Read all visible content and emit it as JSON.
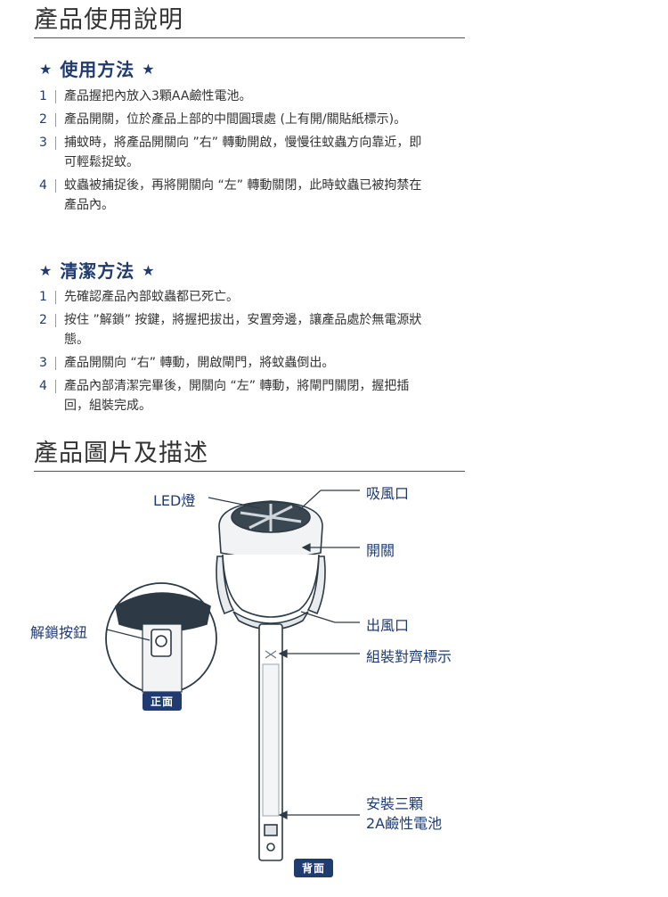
{
  "usage_section": {
    "title": "產品使用說明",
    "heading": "使用方法",
    "star": "★",
    "steps": [
      {
        "num": "1",
        "text": "產品握把內放入3顆AA鹼性電池。"
      },
      {
        "num": "2",
        "text": "產品開關，位於產品上部的中間圓環處 (上有開/關貼紙標示)。"
      },
      {
        "num": "3",
        "text": "捕蚊時，將產品開關向 ”右” 轉動開啟，慢慢往蚊蟲方向靠近，即可輕鬆捉蚊。"
      },
      {
        "num": "4",
        "text": "蚊蟲被捕捉後，再將開關向 “左” 轉動關閉，此時蚊蟲已被拘禁在產品內。"
      }
    ]
  },
  "cleaning_section": {
    "heading": "清潔方法",
    "steps": [
      {
        "num": "1",
        "text": "先確認產品內部蚊蟲都已死亡。"
      },
      {
        "num": "2",
        "text": "按住 ”解鎖” 按鍵，將握把拔出，安置旁邊，讓產品處於無電源狀態。"
      },
      {
        "num": "3",
        "text": "產品開關向 “右” 轉動，開啟閘門，將蚊蟲倒出。"
      },
      {
        "num": "4",
        "text": "產品內部清潔完畢後，開關向 “左” 轉動，將閘門關閉，握把插回，組裝完成。"
      }
    ]
  },
  "diagram_section": {
    "title": "產品圖片及描述",
    "labels": {
      "led": "LED燈",
      "intake": "吸風口",
      "switch": "開關",
      "outlet": "出風口",
      "align": "組裝對齊標示",
      "unlock": "解鎖按鈕",
      "battery_line1": "安裝三顆",
      "battery_line2": "2A鹼性電池"
    },
    "badges": {
      "front": "正面",
      "back": "背面"
    }
  },
  "colors": {
    "accent": "#1f3b70",
    "text": "#333333"
  }
}
